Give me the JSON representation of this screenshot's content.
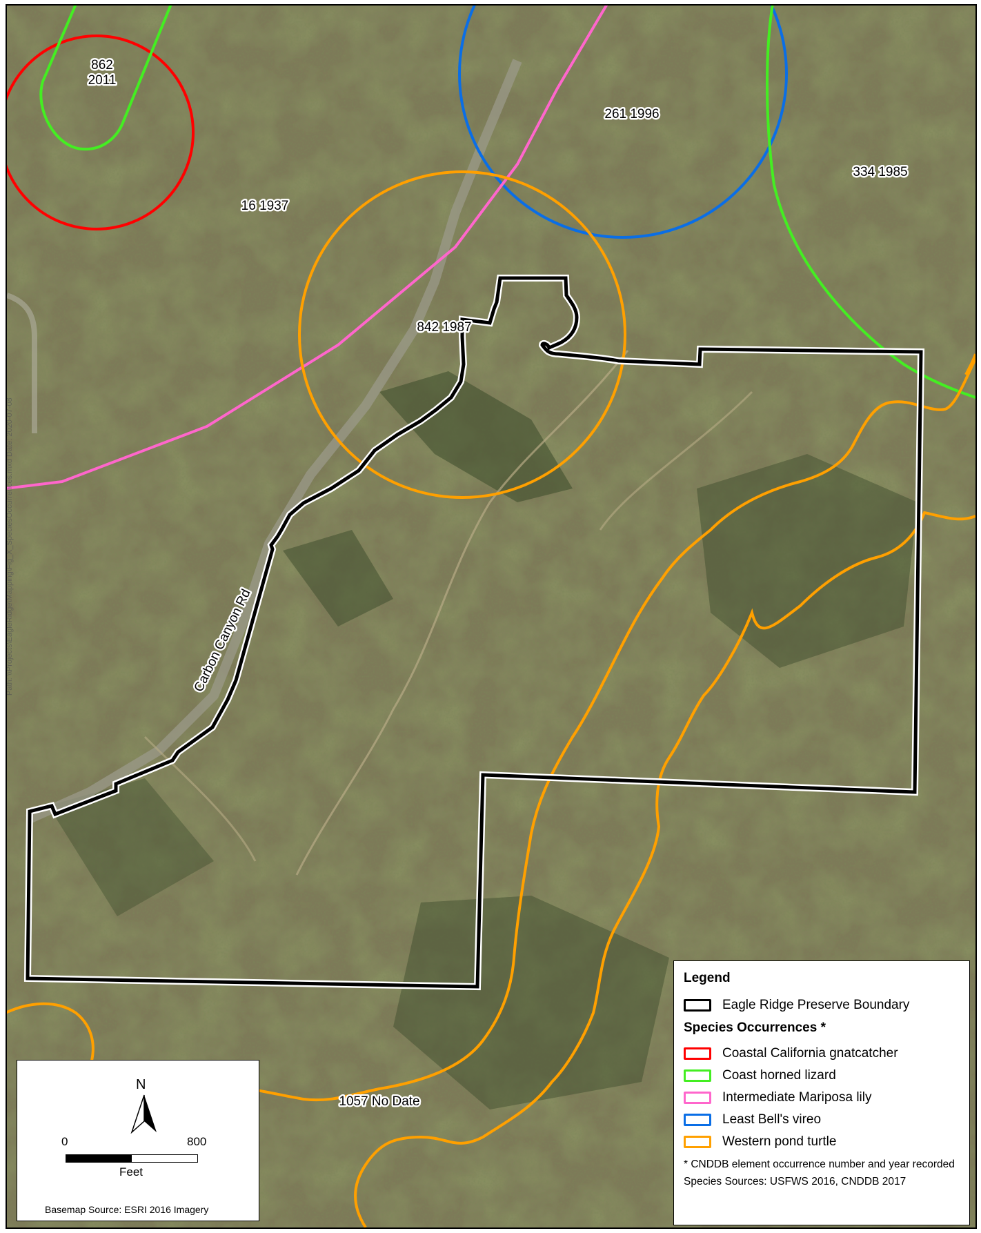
{
  "colors": {
    "boundary": "#000000",
    "coastal_california_gnatcatcher": "#ff0000",
    "coast_horned_lizard": "#44ee22",
    "intermediate_mariposa_lily": "#ff66cc",
    "least_bells_vireo": "#0a6ee6",
    "western_pond_turtle": "#ffa000",
    "imagery_base": "#7d7a58"
  },
  "occurrence_labels": {
    "gnatcatcher_862": "862\n2011",
    "occ_16": "16 1937",
    "vireo_261": "261 1996",
    "lizard_334": "334 1985",
    "turtle_842": "842 1987",
    "turtle_1057": "1057 No Date"
  },
  "road_label": "Carbon Canyon Rd",
  "side_text": "Path: \\\\Projects\\EagleRidge\\Mapping\\Fig_X_SpeciesOccurrences.mxd Date: 2020-07-08",
  "legend": {
    "title": "Legend",
    "boundary_label": "Eagle Ridge Preserve Boundary",
    "species_heading": "Species Occurrences *",
    "items": [
      {
        "label": "Coastal California gnatcatcher",
        "color": "#ff0000"
      },
      {
        "label": "Coast horned lizard",
        "color": "#44ee22"
      },
      {
        "label": "Intermediate Mariposa lily",
        "color": "#ff66cc"
      },
      {
        "label": "Least Bell's vireo",
        "color": "#0a6ee6"
      },
      {
        "label": "Western pond turtle",
        "color": "#ffa000"
      }
    ],
    "note": "* CNDDB element occurrence number and year recorded",
    "sources": "Species Sources: USFWS 2016, CNDDB 2017"
  },
  "scale": {
    "north_label": "N",
    "tick_start": "0",
    "tick_end": "800",
    "unit": "Feet",
    "basemap_source": "Basemap Source: ESRI 2016 Imagery"
  }
}
